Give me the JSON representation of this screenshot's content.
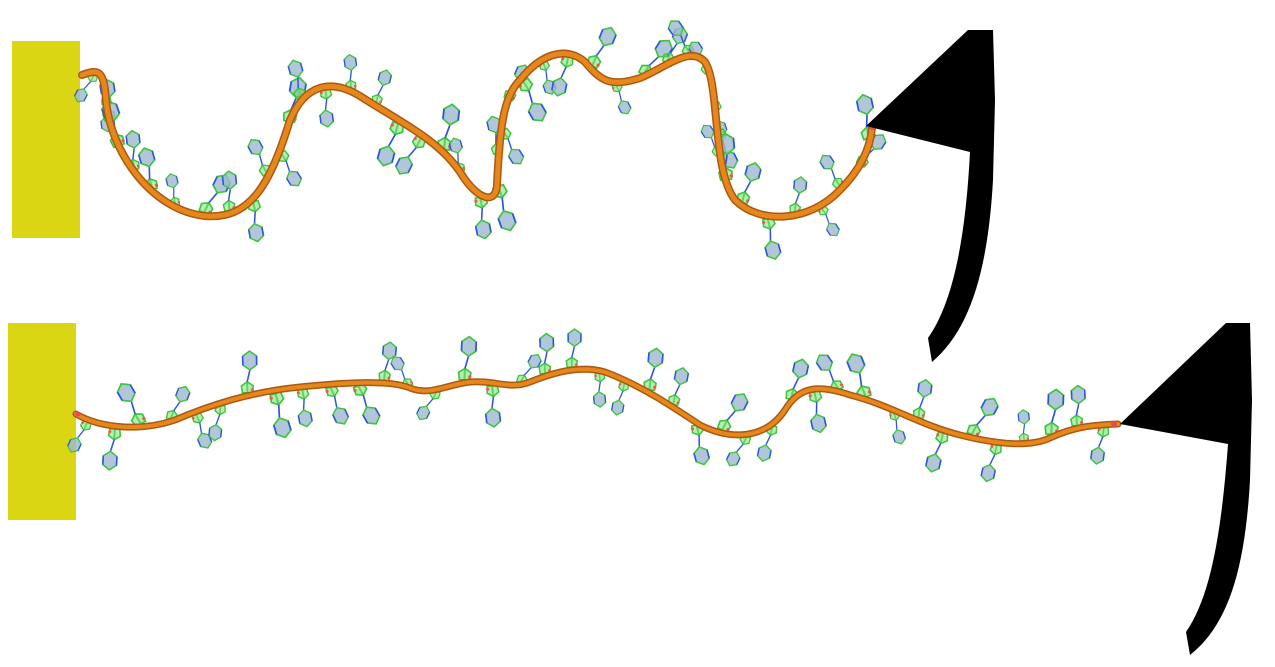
{
  "colors": {
    "background": "#ffffff",
    "anchor_block": "#dbd614",
    "backbone": "#e8861e",
    "backbone_shadow": "#a85a10",
    "backbone_end": "#e84a4a",
    "sugar_ring": "#5bd65b",
    "base_fill": "#9fb8cf",
    "nitrogen": "#2f55e0",
    "oxygen": "#e0604a",
    "tweezer": "#000000"
  },
  "scene": {
    "panels": [
      {
        "name": "top-strand",
        "shape": "wavy",
        "anchor": "anchor-block",
        "tip": "tweezer-tip"
      },
      {
        "name": "bottom-strand",
        "shape": "stretched",
        "anchor": "anchor-block",
        "tip": "tweezer-tip"
      }
    ],
    "icons": [
      "anchor-block-icon",
      "tweezer-icon",
      "nucleotide-icon"
    ]
  }
}
